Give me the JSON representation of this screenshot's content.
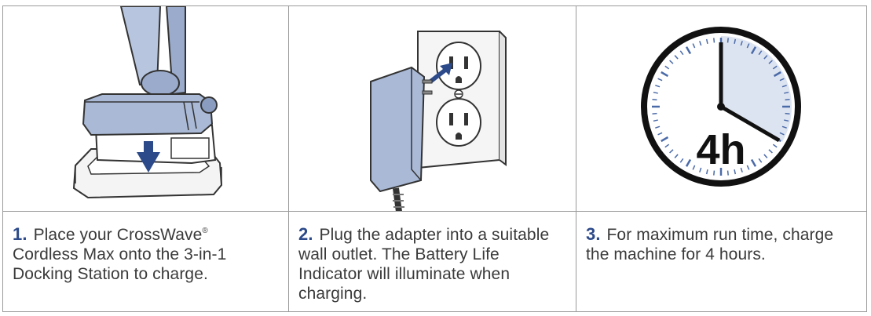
{
  "steps": [
    {
      "number": "1.",
      "text_before_mark": "Place your CrossWave",
      "mark": "®",
      "text_after_mark": " Cordless Max onto the 3-in-1 Docking Station to charge.",
      "illustration_icon": "vacuum-on-dock-icon"
    },
    {
      "number": "2.",
      "text": "Plug the adapter into a suitable wall outlet. The Battery Life Indicator will illuminate when charging.",
      "illustration_icon": "adapter-plug-outlet-icon"
    },
    {
      "number": "3.",
      "text": "For maximum run time, charge the machine for 4 hours.",
      "illustration_icon": "clock-timer-icon",
      "clock_label": "4h"
    }
  ],
  "colors": {
    "step_number": "#2c4a8a",
    "body_text": "#3a3a3a",
    "device_blue": "#a9b9d6",
    "clock_fill": "#dde4f1",
    "ticks": "#4a6aa8"
  }
}
